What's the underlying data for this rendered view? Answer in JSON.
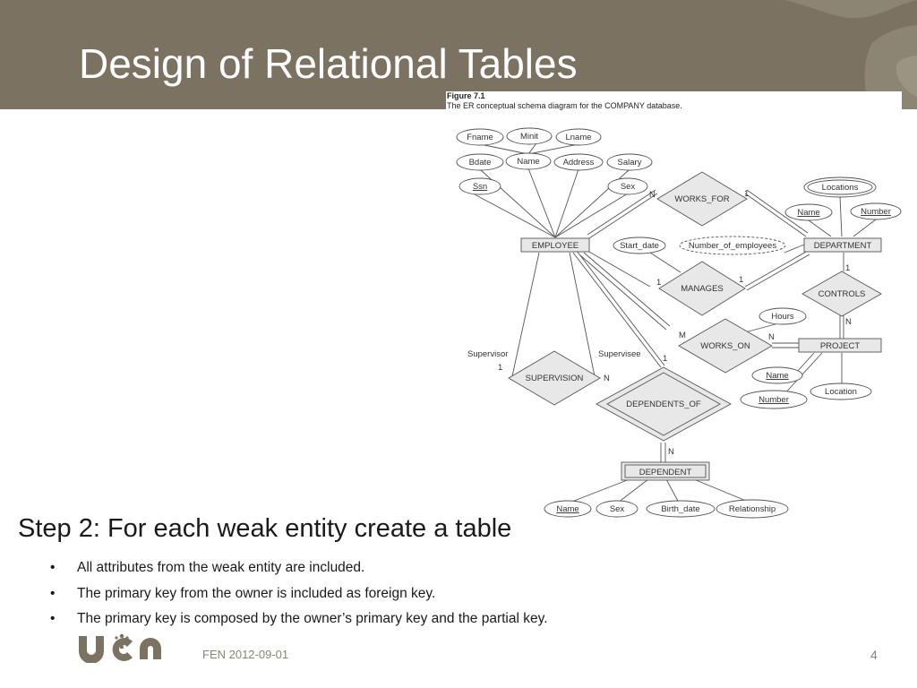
{
  "slide": {
    "title": "Design of Relational Tables",
    "step_heading": "Step 2: For each weak entity create a table",
    "bullets": [
      "All attributes from the weak entity are included.",
      "The primary key from the owner is included as foreign key.",
      "The primary key is composed by the owner’s primary key and the partial key."
    ],
    "bullet_symbol": "•",
    "footer": {
      "date": "FEN 2012-09-01",
      "page_number": "4"
    },
    "colors": {
      "header_bg": "#7b7262",
      "title_text": "#ffffff",
      "logo": "#7b7262"
    }
  },
  "figure": {
    "label": "Figure 7.1",
    "caption": "The ER conceptual schema diagram for the COMPANY database.",
    "entities": {
      "employee": "EMPLOYEE",
      "department": "DEPARTMENT",
      "project": "PROJECT",
      "dependent": "DEPENDENT"
    },
    "relationships": {
      "works_for": "WORKS_FOR",
      "manages": "MANAGES",
      "works_on": "WORKS_ON",
      "controls": "CONTROLS",
      "supervision": "SUPERVISION",
      "dependents_of": "DEPENDENTS_OF"
    },
    "attributes": {
      "fname": "Fname",
      "minit": "Minit",
      "lname": "Lname",
      "bdate": "Bdate",
      "emp_name": "Name",
      "address": "Address",
      "salary": "Salary",
      "ssn": "Ssn",
      "emp_sex": "Sex",
      "start_date": "Start_date",
      "number_of_employees": "Number_of_employees",
      "locations": "Locations",
      "dept_name": "Name",
      "dept_number": "Number",
      "hours": "Hours",
      "proj_name": "Name",
      "proj_number": "Number",
      "proj_location": "Location",
      "dep_name": "Name",
      "dep_sex": "Sex",
      "birth_date": "Birth_date",
      "relationship": "Relationship"
    },
    "cardinalities": {
      "works_for_employee": "N",
      "works_for_department": "1",
      "manages_employee": "1",
      "manages_department": "1",
      "controls_department": "1",
      "controls_project": "N",
      "works_on_employee": "M",
      "works_on_project": "N",
      "supervision_supervisor": "1",
      "supervision_supervisee": "N",
      "dependents_of_employee": "1",
      "dependents_of_dependent": "N"
    },
    "roles": {
      "supervisor": "Supervisor",
      "supervisee": "Supervisee"
    }
  }
}
